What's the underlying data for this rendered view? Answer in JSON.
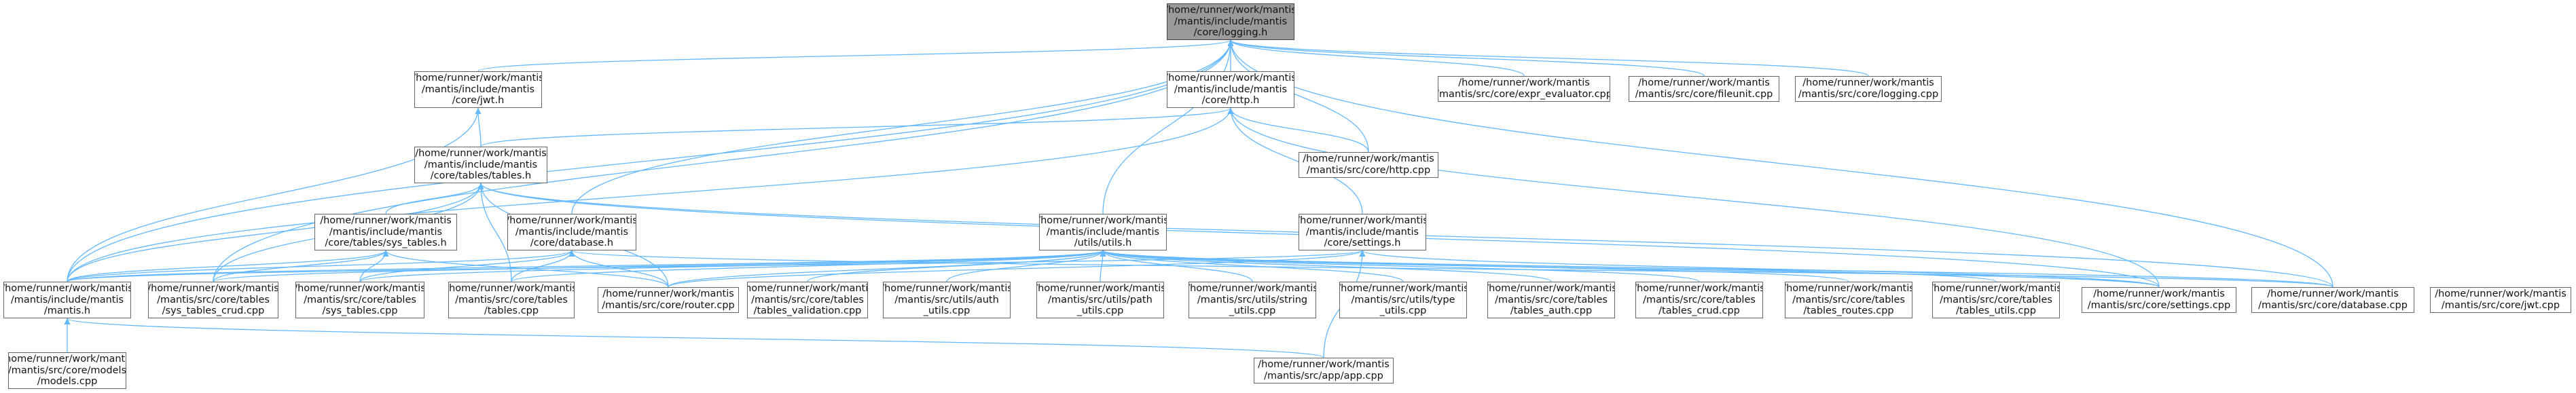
{
  "colors": {
    "edge": "#63b8ff",
    "root_fill": "#9a9a9a",
    "node_border": "#666666",
    "node_fill": "#ffffff"
  },
  "root": "logging_h",
  "nodes": [
    {
      "id": "logging_h",
      "label": "/home/runner/work/mantis\n/mantis/include/mantis\n/core/logging.h"
    },
    {
      "id": "jwt_h",
      "label": "/home/runner/work/mantis\n/mantis/include/mantis\n/core/jwt.h"
    },
    {
      "id": "http_h",
      "label": "/home/runner/work/mantis\n/mantis/include/mantis\n/core/http.h"
    },
    {
      "id": "expr_cpp",
      "label": "/home/runner/work/mantis\n/mantis/src/core/expr_evaluator.cpp"
    },
    {
      "id": "fileunit_cpp",
      "label": "/home/runner/work/mantis\n/mantis/src/core/fileunit.cpp"
    },
    {
      "id": "logging_cpp",
      "label": "/home/runner/work/mantis\n/mantis/src/core/logging.cpp"
    },
    {
      "id": "tables_h",
      "label": "/home/runner/work/mantis\n/mantis/include/mantis\n/core/tables/tables.h"
    },
    {
      "id": "http_cpp",
      "label": "/home/runner/work/mantis\n/mantis/src/core/http.cpp"
    },
    {
      "id": "sys_tables_h",
      "label": "/home/runner/work/mantis\n/mantis/include/mantis\n/core/tables/sys_tables.h"
    },
    {
      "id": "database_h",
      "label": "/home/runner/work/mantis\n/mantis/include/mantis\n/core/database.h"
    },
    {
      "id": "utils_h",
      "label": "/home/runner/work/mantis\n/mantis/include/mantis\n/utils/utils.h"
    },
    {
      "id": "settings_h",
      "label": "/home/runner/work/mantis\n/mantis/include/mantis\n/core/settings.h"
    },
    {
      "id": "mantis_h",
      "label": "/home/runner/work/mantis\n/mantis/include/mantis\n/mantis.h"
    },
    {
      "id": "sys_crud_cpp",
      "label": "/home/runner/work/mantis\n/mantis/src/core/tables\n/sys_tables_crud.cpp"
    },
    {
      "id": "sys_tables_cpp",
      "label": "/home/runner/work/mantis\n/mantis/src/core/tables\n/sys_tables.cpp"
    },
    {
      "id": "tables_cpp",
      "label": "/home/runner/work/mantis\n/mantis/src/core/tables\n/tables.cpp"
    },
    {
      "id": "router_cpp",
      "label": "/home/runner/work/mantis\n/mantis/src/core/router.cpp"
    },
    {
      "id": "tables_valid_cpp",
      "label": "/home/runner/work/mantis\n/mantis/src/core/tables\n/tables_validation.cpp"
    },
    {
      "id": "auth_utils_cpp",
      "label": "/home/runner/work/mantis\n/mantis/src/utils/auth\n_utils.cpp"
    },
    {
      "id": "path_utils_cpp",
      "label": "/home/runner/work/mantis\n/mantis/src/utils/path\n_utils.cpp"
    },
    {
      "id": "string_utils_cpp",
      "label": "/home/runner/work/mantis\n/mantis/src/utils/string\n_utils.cpp"
    },
    {
      "id": "type_utils_cpp",
      "label": "/home/runner/work/mantis\n/mantis/src/utils/type\n_utils.cpp"
    },
    {
      "id": "tables_auth_cpp",
      "label": "/home/runner/work/mantis\n/mantis/src/core/tables\n/tables_auth.cpp"
    },
    {
      "id": "tables_crud_cpp",
      "label": "/home/runner/work/mantis\n/mantis/src/core/tables\n/tables_crud.cpp"
    },
    {
      "id": "tables_routes_cpp",
      "label": "/home/runner/work/mantis\n/mantis/src/core/tables\n/tables_routes.cpp"
    },
    {
      "id": "tables_utils_cpp",
      "label": "/home/runner/work/mantis\n/mantis/src/core/tables\n/tables_utils.cpp"
    },
    {
      "id": "settings_cpp",
      "label": "/home/runner/work/mantis\n/mantis/src/core/settings.cpp"
    },
    {
      "id": "database_cpp",
      "label": "/home/runner/work/mantis\n/mantis/src/core/database.cpp"
    },
    {
      "id": "jwt_cpp",
      "label": "/home/runner/work/mantis\n/mantis/src/core/jwt.cpp"
    },
    {
      "id": "models_cpp",
      "label": "/home/runner/work/mantis\n/mantis/src/core/models\n/models.cpp"
    },
    {
      "id": "app_cpp",
      "label": "/home/runner/work/mantis\n/mantis/src/app/app.cpp"
    }
  ],
  "edges": [
    [
      "logging_h",
      "jwt_h"
    ],
    [
      "logging_h",
      "http_h"
    ],
    [
      "logging_h",
      "expr_cpp"
    ],
    [
      "logging_h",
      "fileunit_cpp"
    ],
    [
      "logging_h",
      "logging_cpp"
    ],
    [
      "logging_h",
      "utils_h"
    ],
    [
      "logging_h",
      "database_h"
    ],
    [
      "logging_h",
      "mantis_h"
    ],
    [
      "logging_h",
      "sys_crud_cpp"
    ],
    [
      "logging_h",
      "http_cpp"
    ],
    [
      "logging_h",
      "database_cpp"
    ],
    [
      "jwt_h",
      "tables_h"
    ],
    [
      "jwt_h",
      "mantis_h"
    ],
    [
      "http_h",
      "tables_h"
    ],
    [
      "http_h",
      "http_cpp"
    ],
    [
      "http_h",
      "settings_h"
    ],
    [
      "http_h",
      "mantis_h"
    ],
    [
      "http_h",
      "settings_cpp"
    ],
    [
      "tables_h",
      "sys_tables_h"
    ],
    [
      "tables_h",
      "mantis_h"
    ],
    [
      "tables_h",
      "sys_crud_cpp"
    ],
    [
      "tables_h",
      "tables_cpp"
    ],
    [
      "tables_h",
      "router_cpp"
    ],
    [
      "tables_h",
      "settings_cpp"
    ],
    [
      "tables_h",
      "database_cpp"
    ],
    [
      "sys_tables_h",
      "mantis_h"
    ],
    [
      "sys_tables_h",
      "sys_crud_cpp"
    ],
    [
      "sys_tables_h",
      "sys_tables_cpp"
    ],
    [
      "sys_tables_h",
      "router_cpp"
    ],
    [
      "database_h",
      "mantis_h"
    ],
    [
      "database_h",
      "sys_tables_cpp"
    ],
    [
      "database_h",
      "tables_cpp"
    ],
    [
      "database_h",
      "router_cpp"
    ],
    [
      "database_h",
      "database_cpp"
    ],
    [
      "utils_h",
      "mantis_h"
    ],
    [
      "utils_h",
      "sys_crud_cpp"
    ],
    [
      "utils_h",
      "sys_tables_cpp"
    ],
    [
      "utils_h",
      "tables_cpp"
    ],
    [
      "utils_h",
      "router_cpp"
    ],
    [
      "utils_h",
      "tables_valid_cpp"
    ],
    [
      "utils_h",
      "auth_utils_cpp"
    ],
    [
      "utils_h",
      "path_utils_cpp"
    ],
    [
      "utils_h",
      "string_utils_cpp"
    ],
    [
      "utils_h",
      "type_utils_cpp"
    ],
    [
      "utils_h",
      "tables_auth_cpp"
    ],
    [
      "utils_h",
      "tables_crud_cpp"
    ],
    [
      "utils_h",
      "tables_routes_cpp"
    ],
    [
      "utils_h",
      "tables_utils_cpp"
    ],
    [
      "utils_h",
      "settings_cpp"
    ],
    [
      "utils_h",
      "database_cpp"
    ],
    [
      "settings_h",
      "mantis_h"
    ],
    [
      "settings_h",
      "router_cpp"
    ],
    [
      "settings_h",
      "settings_cpp"
    ],
    [
      "settings_h",
      "app_cpp"
    ],
    [
      "mantis_h",
      "models_cpp"
    ],
    [
      "mantis_h",
      "app_cpp"
    ]
  ]
}
